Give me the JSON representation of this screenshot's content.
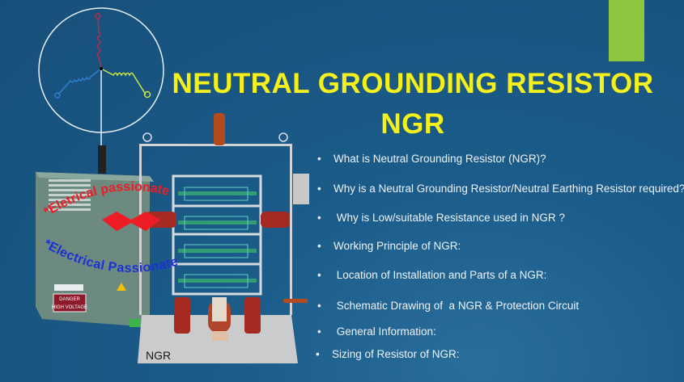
{
  "slide": {
    "title_line1": "NEUTRAL GROUNDING RESISTOR",
    "title_line2": "NGR",
    "bullets": [
      "What is Neutral Grounding Resistor (NGR)?",
      "Why is a Neutral Grounding Resistor/Neutral Earthing Resistor required?",
      " Why is Low/suitable Resistance used in NGR ?",
      "Working Principle of NGR:",
      " Location of Installation and Parts of a NGR:",
      " Schematic Drawing of  a NGR & Protection Circuit",
      " General Information:",
      "Sizing of Resistor of NGR:"
    ],
    "image_label": "NGR",
    "transformer_sign": [
      "DANGER",
      "HIGH VOLTAGE"
    ],
    "watermark_top": "*Eletrical passionate",
    "watermark_bottom": "*Electrical Passionate"
  },
  "colors": {
    "background": "#1b5c8a",
    "title": "#f5ef1a",
    "accent": "#8dc63f",
    "bullet_text": "#eef3f8"
  }
}
